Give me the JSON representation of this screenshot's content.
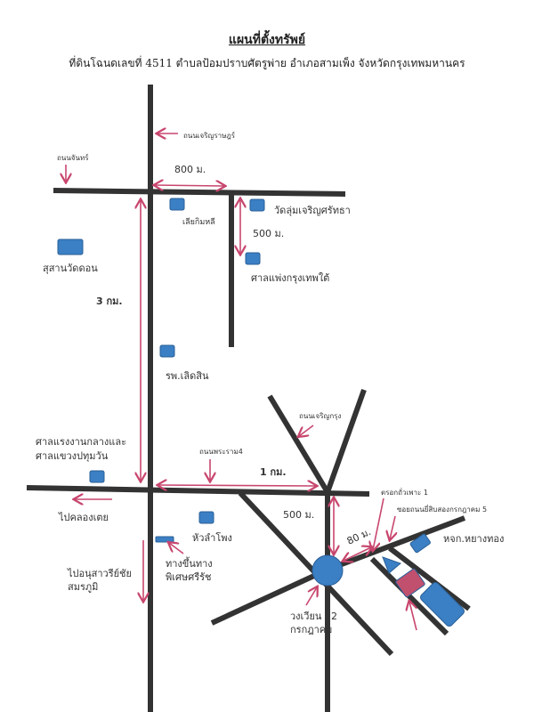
{
  "title": "แผนที่ตั้งทรัพย์",
  "subtitle": "ที่ดินโฉนดเลขที่ 4511 ตำบลป้อมปราบศัตรูพ่าย อำเภอสามเพ็ง จังหวัดกรุงเทพมหานคร",
  "roads": {
    "charoen_rat": "ถนนเจริญราษฎร์",
    "chan": "ถนนจันทร์",
    "charoen_krung": "ถนนเจริญกรุง",
    "rama4": "ถนนพระราม4",
    "trok": "ตรอกถั่วเพาะ 1",
    "soi": "ซอยถนนยี่สิบสองกรกฎาคม 5"
  },
  "distances": {
    "d800": "800 ม.",
    "d500a": "500 ม.",
    "d3km": "3 กม.",
    "d1km": "1 กม.",
    "d500b": "500 ม.",
    "d80": "80 ม."
  },
  "places": {
    "lia": "เลียกิมหลี",
    "wat_lum": "วัดลุ่มเจริญศรัทธา",
    "sala_phaeng": "ศาลแพ่งกรุงเทพใต้",
    "susan": "สุสานวัดดอน",
    "hospital": "รพ.เลิดสิน",
    "labour_court_1": "ศาลแรงงานกลางและ",
    "labour_court_2": "ศาลแขวงปทุมวัน",
    "to_khlong_toei": "ไปคลองเตย",
    "hua_lamphong": "หัวลำโพง",
    "expressway_1": "ทางขึ้นทาง",
    "expressway_2": "พิเศษศรีรัช",
    "to_victory_1": "ไปอนุสาวรีย์ชัย",
    "to_victory_2": "สมรภูมิ",
    "circle_1": "วงเวียน 22",
    "circle_2": "กรกฎาคม",
    "yang_thong": "หจก.หยางทอง"
  },
  "colors": {
    "road": "#333333",
    "arrow": "#c8466e",
    "place": "#3b7fc4",
    "property": "#c0506e"
  }
}
